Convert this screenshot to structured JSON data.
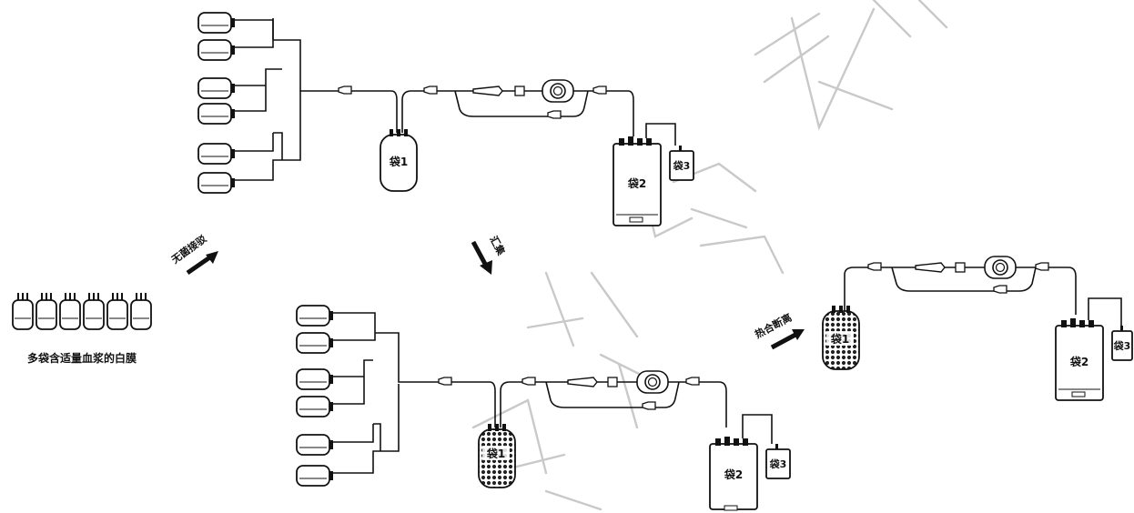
{
  "caption": "多袋含适量血浆的白膜",
  "steps": {
    "step1": "无菌接驳",
    "step2": "汇集",
    "step3": "热合断离"
  },
  "bags": {
    "bag1": "袋1",
    "bag2": "袋2",
    "bag3": "袋3"
  },
  "colors": {
    "line": "#111111",
    "watermark": "#c9c9c9",
    "bag_fill_pattern": "#222222"
  }
}
